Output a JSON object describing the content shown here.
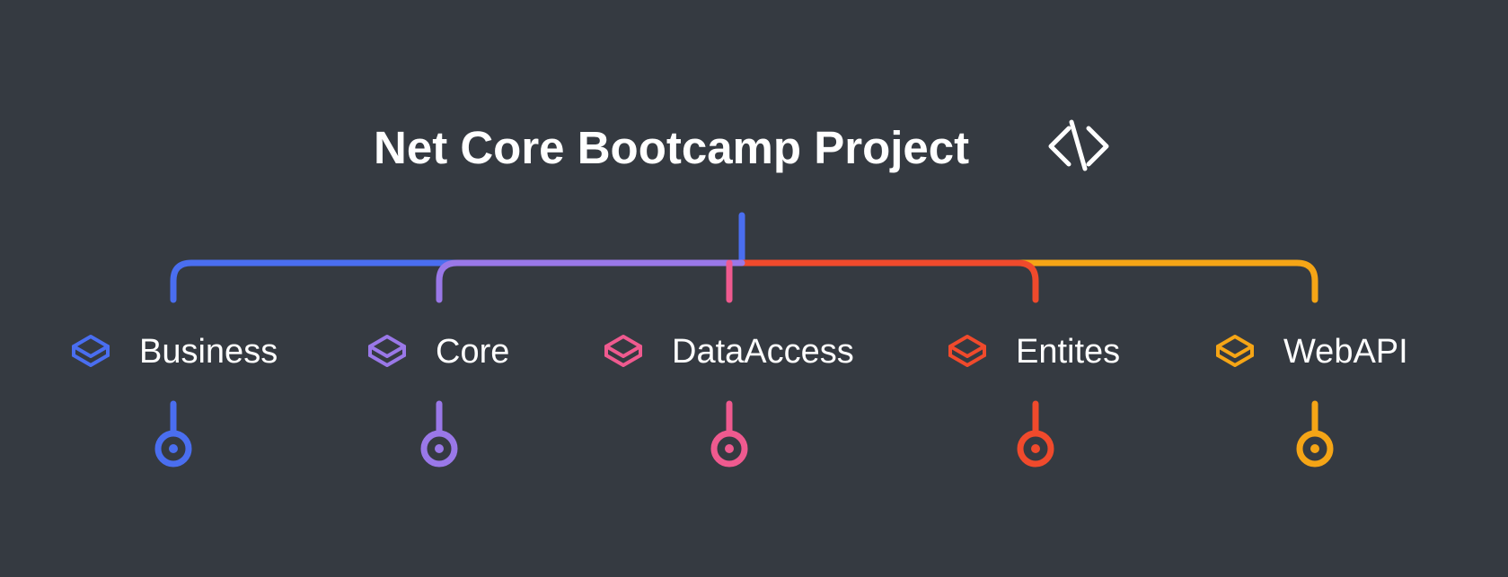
{
  "title": "Net Core Bootcamp Project",
  "title_icon": "code-brackets-icon",
  "colors": {
    "background": "#353a41",
    "text": "#ffffff"
  },
  "nodes": [
    {
      "label": "Business",
      "color": "#4a6ef0",
      "icon": "layers-icon"
    },
    {
      "label": "Core",
      "color": "#9a78e8",
      "icon": "layers-icon"
    },
    {
      "label": "DataAccess",
      "color": "#ef5a8f",
      "icon": "layers-icon"
    },
    {
      "label": "Entites",
      "color": "#f04a2c",
      "icon": "layers-icon"
    },
    {
      "label": "WebAPI",
      "color": "#f5a516",
      "icon": "layers-icon"
    }
  ]
}
